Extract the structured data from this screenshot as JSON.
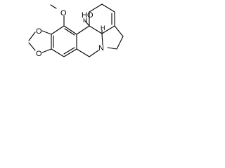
{
  "structure": {
    "labels": {
      "methoxy_oxygen": "O",
      "ring_oxygen_upper": "O",
      "ring_oxygen_lower": "O",
      "hydroxyl": "HO",
      "nitrogen": "N",
      "stereo_h_upper": "H",
      "stereo_h_lower": "H"
    }
  }
}
